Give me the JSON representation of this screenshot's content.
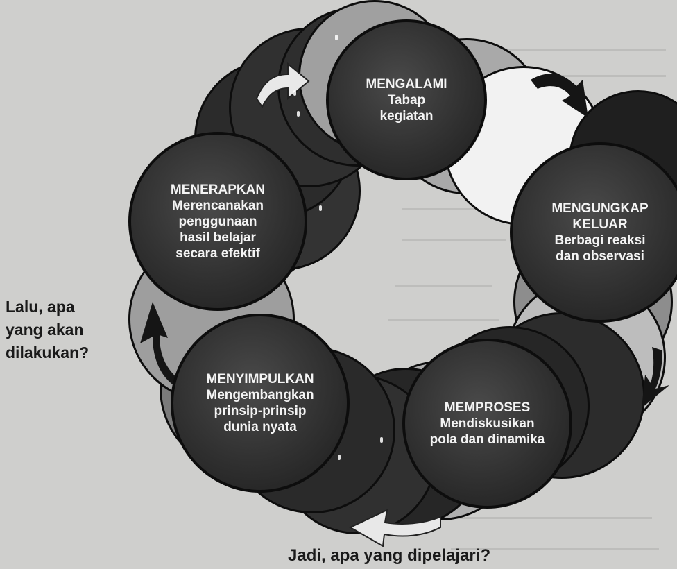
{
  "stages": [
    {
      "title": "MENGALAMI",
      "desc": "Tabap\nkegiatan"
    },
    {
      "title": "MENGUNGKAP",
      "desc": "KELUAR\nBerbagi reaksi\ndan observasi"
    },
    {
      "title": "MEMPROSES",
      "desc": "Mendiskusikan\npola dan dinamika"
    },
    {
      "title": "MENYIMPULKAN",
      "desc": "Mengembangkan\nprinsip-prinsip\ndunia nyata"
    },
    {
      "title": "MENERAPKAN",
      "desc": "Merencanakan\npenggunaan\nhasil belajar\nsecara efektif"
    }
  ],
  "questions": {
    "left": "Lalu, apa\nyang akan\ndilakukan?",
    "bottom": "Jadi, apa yang dipelajari?"
  },
  "colors": {
    "stage_fill": "#303030",
    "ring_dark": "#2e2e2e",
    "ring_light": "#9a9a9a",
    "arrow_white": "#e8e8e8",
    "arrow_dark": "#151515"
  }
}
